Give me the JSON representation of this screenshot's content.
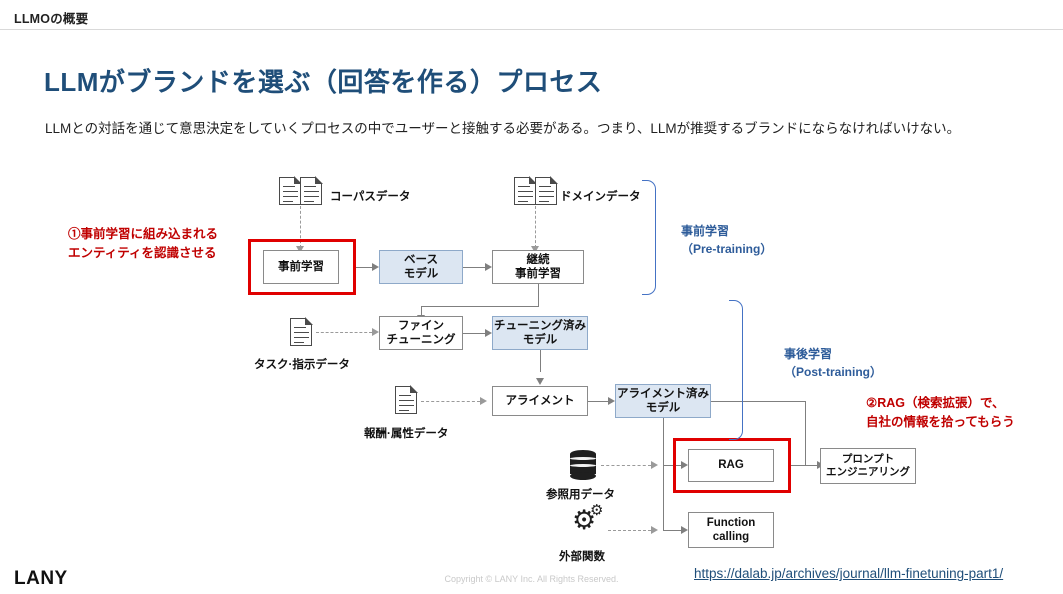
{
  "header": {
    "title": "LLMOの概要"
  },
  "slide": {
    "title": "LLMがブランドを選ぶ（回答を作る）プロセス",
    "subtitle": "LLMとの対話を通じて意思決定をしていくプロセスの中でユーザーと接触する必要がある。つまり、LLMが推奨するブランドにならなければいけない。"
  },
  "footer": {
    "logo": "LANY",
    "copyright": "Copyright © LANY Inc. All Rights Reserved.",
    "source_link": "https://dalab.jp/archives/journal/llm-finetuning-part1/"
  },
  "diagram": {
    "nodes": {
      "pretrain": "事前学習",
      "base_model": "ベース\nモデル",
      "continued_pretrain": "継続\n事前学習",
      "finetune": "ファイン\nチューニング",
      "tuned_model": "チューニング済み\nモデル",
      "alignment": "アライメント",
      "aligned_model": "アライメント済み\nモデル",
      "rag": "RAG",
      "prompt_engineering": "プロンプト\nエンジニアリング",
      "function_calling": "Function\ncalling"
    },
    "data_labels": {
      "corpus": "コーパスデータ",
      "domain": "ドメインデータ",
      "task_instruction": "タスク·指示データ",
      "reward_attribute": "報酬·属性データ",
      "reference": "参照用データ",
      "external_function": "外部関数"
    },
    "phase_labels": {
      "pre_training": "事前学習\n（Pre-training）",
      "post_training": "事後学習\n（Post-training）"
    },
    "annotations": {
      "one": "①事前学習に組み込まれる\nエンティティを認識させる",
      "two": "②RAG（検索拡張）で、\n自社の情報を拾ってもらう"
    },
    "colors": {
      "accent_blue": "#1f4e79",
      "node_blue": "#dce6f2",
      "node_gray": "#f2f2f2",
      "highlight_red": "#e00000",
      "annotation_red": "#c00000",
      "brace_blue": "#4472c4"
    }
  }
}
